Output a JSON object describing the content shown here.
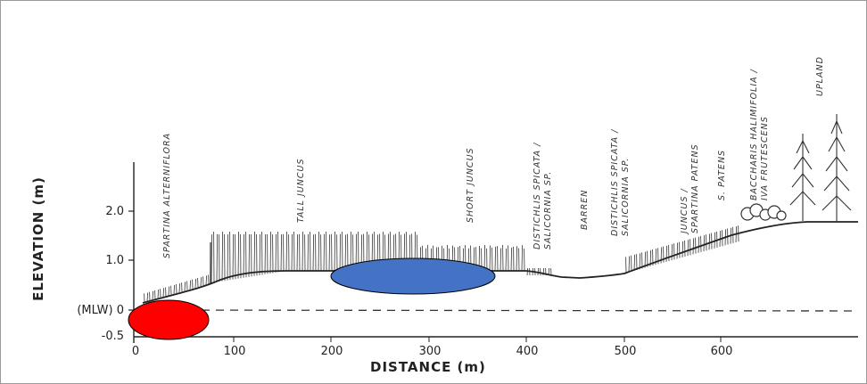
{
  "axes": {
    "y_title": "ELEVATION (m)",
    "x_title": "DISTANCE (m)",
    "y_ticks": [
      "2.0",
      "1.0",
      "(MLW) 0",
      "-0.5"
    ],
    "x_ticks": [
      "0",
      "100",
      "200",
      "300",
      "400",
      "500",
      "600"
    ]
  },
  "zones": [
    {
      "lines": [
        "SPARTINA ALTERNIFLORA"
      ]
    },
    {
      "lines": [
        "TALL JUNCUS"
      ]
    },
    {
      "lines": [
        "SHORT JUNCUS"
      ]
    },
    {
      "lines": [
        "DISTICHLIS SPICATA /",
        "SALICORNIA SP."
      ]
    },
    {
      "lines": [
        "BARREN"
      ]
    },
    {
      "lines": [
        "DISTICHLIS SPICATA /",
        "SALICORNIA SP."
      ]
    },
    {
      "lines": [
        "JUNCUS /",
        "SPARTINA PATENS"
      ]
    },
    {
      "lines": [
        "S. PATENS"
      ]
    },
    {
      "lines": [
        "BACCHARIS HALIMIFOLIA /",
        "IVA FRUTESCENS"
      ]
    },
    {
      "lines": [
        "UPLAND"
      ]
    }
  ],
  "markers": [
    {
      "name": "red-ellipse-marker",
      "color": "#ff0000"
    },
    {
      "name": "blue-ellipse-marker",
      "color": "#4472c4"
    }
  ]
}
